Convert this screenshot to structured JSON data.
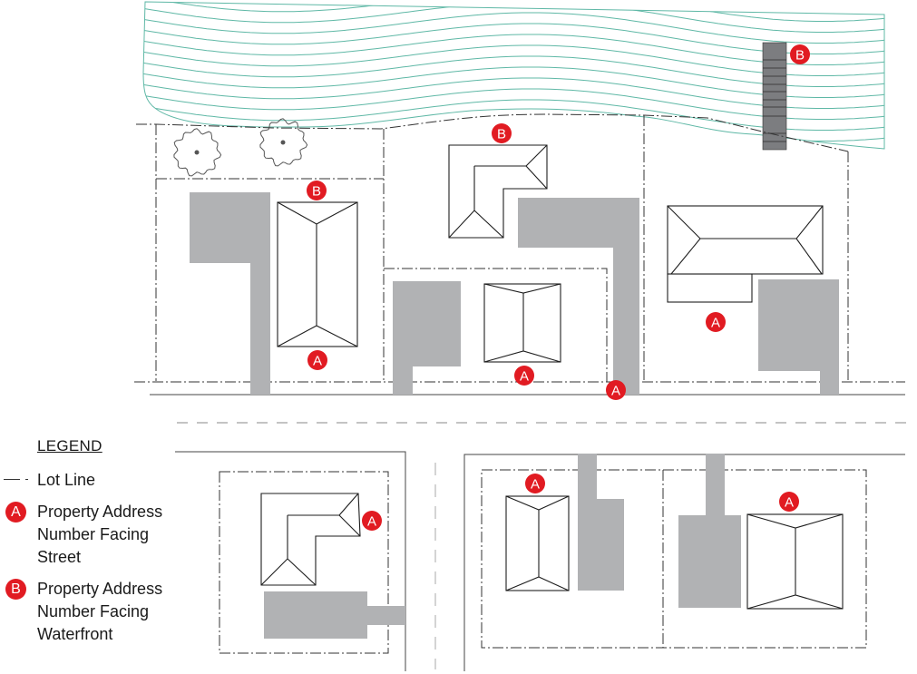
{
  "diagram": {
    "title": "Property address number placement site plan",
    "colors": {
      "marker": "#e11b22",
      "marker_text": "#ffffff",
      "water_lines": "#5fb8a6",
      "pavement": "#b1b2b4",
      "dock": "#7c7d80",
      "lot_line": "#333333",
      "building_outline": "#1e1e1e"
    },
    "markers": {
      "A": "A",
      "B": "B"
    },
    "lots": [
      {
        "id": "lot-upper-1",
        "markers": [
          "B",
          "A"
        ],
        "note": "Waterfront lot, house with driveway to street"
      },
      {
        "id": "lot-upper-2-rear",
        "markers": [
          "B"
        ],
        "note": "Flag lot, L-shaped house facing waterfront"
      },
      {
        "id": "lot-upper-2-front",
        "markers": [
          "A"
        ],
        "note": "Front lot facing street"
      },
      {
        "id": "lot-upper-2-driveway",
        "markers": [
          "A"
        ],
        "note": "Shared driveway at street"
      },
      {
        "id": "lot-upper-3",
        "markers": [
          "B",
          "A"
        ],
        "note": "Waterfront lot with dock"
      },
      {
        "id": "lot-lower-1",
        "markers": [
          "A"
        ],
        "note": "Corner lot, L-shaped house"
      },
      {
        "id": "lot-lower-2",
        "markers": [
          "A"
        ],
        "note": "Lot south of street"
      },
      {
        "id": "lot-lower-3",
        "markers": [
          "A"
        ],
        "note": "Lot south of street"
      }
    ]
  },
  "legend": {
    "title": "LEGEND",
    "items": [
      {
        "symbol": "lot-line",
        "label": "Lot Line"
      },
      {
        "symbol": "marker-a",
        "marker": "A",
        "label": "Property Address\nNumber Facing\nStreet"
      },
      {
        "symbol": "marker-b",
        "marker": "B",
        "label": "Property Address\nNumber Facing\nWaterfront"
      }
    ]
  }
}
